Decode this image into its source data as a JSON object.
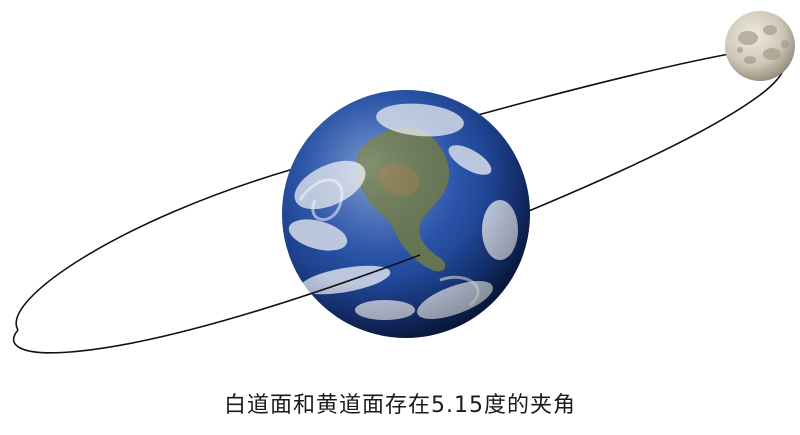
{
  "caption": "白道面和黄道面存在5.15度的夹角",
  "colors": {
    "background": "#ffffff",
    "orbit_line": "#111111",
    "earth_ocean": "#1f4ca8",
    "earth_land": "#6e7b4a",
    "earth_clouds": "#f2f4f8",
    "moon": "#c9c3b4"
  },
  "objects": {
    "earth": "earth",
    "moon": "moon",
    "orbit": "orbit-ellipse"
  }
}
